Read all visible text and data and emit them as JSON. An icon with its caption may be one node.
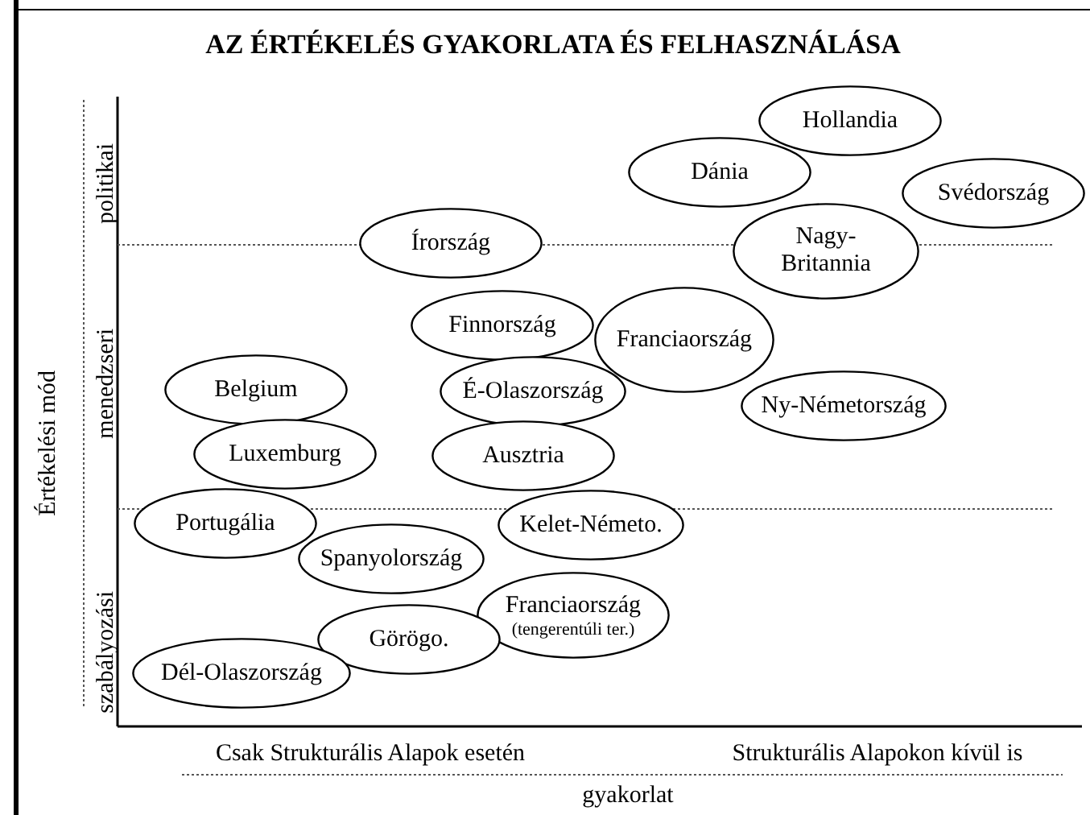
{
  "diagram": {
    "title": "AZ ÉRTÉKELÉS GYAKORLATA ÉS FELHASZNÁLÁSA",
    "nodes": [
      {
        "text": [
          "Hollandia"
        ]
      },
      {
        "text": [
          "Dánia"
        ]
      },
      {
        "text": [
          "Svédország"
        ]
      },
      {
        "text": [
          "Írország"
        ]
      },
      {
        "text": [
          "Nagy- Britannia"
        ]
      },
      {
        "text": [
          "Finnország"
        ]
      },
      {
        "text": [
          "Franciaország"
        ]
      },
      {
        "text": [
          "Belgium"
        ]
      },
      {
        "text": [
          "É-Olaszország"
        ]
      },
      {
        "text": [
          "Ny-Németország"
        ]
      },
      {
        "text": [
          "Luxemburg"
        ]
      },
      {
        "text": [
          "Ausztria"
        ]
      },
      {
        "text": [
          "Portugália"
        ]
      },
      {
        "text": [
          "Kelet-Németo."
        ]
      },
      {
        "text": [
          "Spanyolország"
        ]
      },
      {
        "text": [
          "Franciaország",
          "(tengerentúli ter.)"
        ]
      },
      {
        "text": [
          "Görögo."
        ]
      },
      {
        "text": [
          "Dél-Olaszország"
        ]
      }
    ],
    "labels": [
      "politikai",
      "Értékelési mód",
      "menedzseri",
      "szabályozási",
      "Csak Strukturális Alapok esetén",
      "Strukturális Alapokon kívül is",
      "gyakorlat"
    ]
  }
}
